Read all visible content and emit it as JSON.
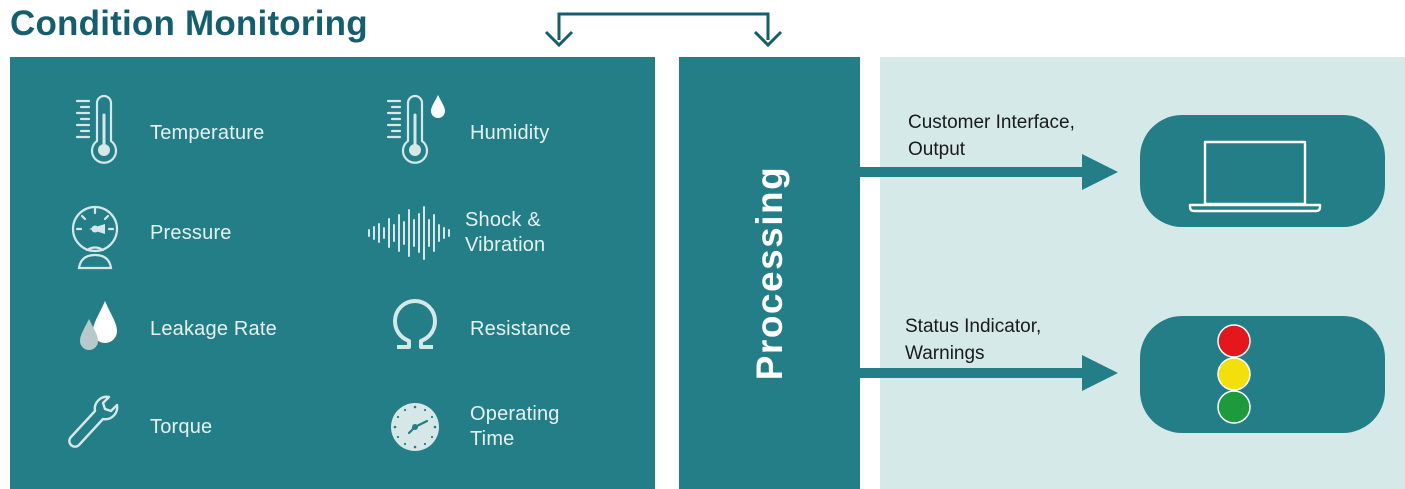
{
  "title": "Condition Monitoring",
  "sensors": [
    {
      "label": "Temperature",
      "icon": "thermometer-icon"
    },
    {
      "label": "Humidity",
      "icon": "thermometer-drop-icon"
    },
    {
      "label": "Pressure",
      "icon": "pressure-gauge-icon"
    },
    {
      "label": "Shock & Vibration",
      "icon": "sound-wave-icon"
    },
    {
      "label": "Leakage Rate",
      "icon": "drops-icon"
    },
    {
      "label": "Resistance",
      "icon": "omega-icon"
    },
    {
      "label": "Torque",
      "icon": "wrench-icon"
    },
    {
      "label": "Operating Time",
      "icon": "clock-icon"
    }
  ],
  "processing": {
    "label": "Processing"
  },
  "outputs": [
    {
      "label_line1": "Customer Interface,",
      "label_line2": "Output",
      "icon": "laptop-icon"
    },
    {
      "label_line1": "Status Indicator,",
      "label_line2": "Warnings",
      "icon": "traffic-light-icon"
    }
  ],
  "colors": {
    "title": "#155e6e",
    "panel": "#237e87",
    "output_bg": "#d4e9e8",
    "icon": "#d6e7e8",
    "red": "#e5171e",
    "yellow": "#f3e00b",
    "green": "#1d9a3c"
  }
}
